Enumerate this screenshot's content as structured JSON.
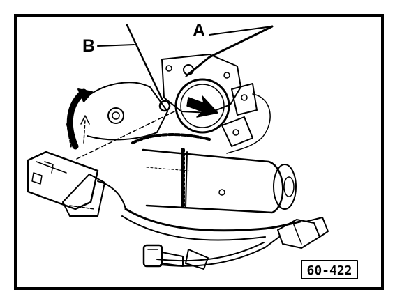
{
  "callouts": {
    "a": "A",
    "b": "B"
  },
  "figure_number": "60-422",
  "colors": {
    "ink": "#000000",
    "paper": "#ffffff"
  }
}
